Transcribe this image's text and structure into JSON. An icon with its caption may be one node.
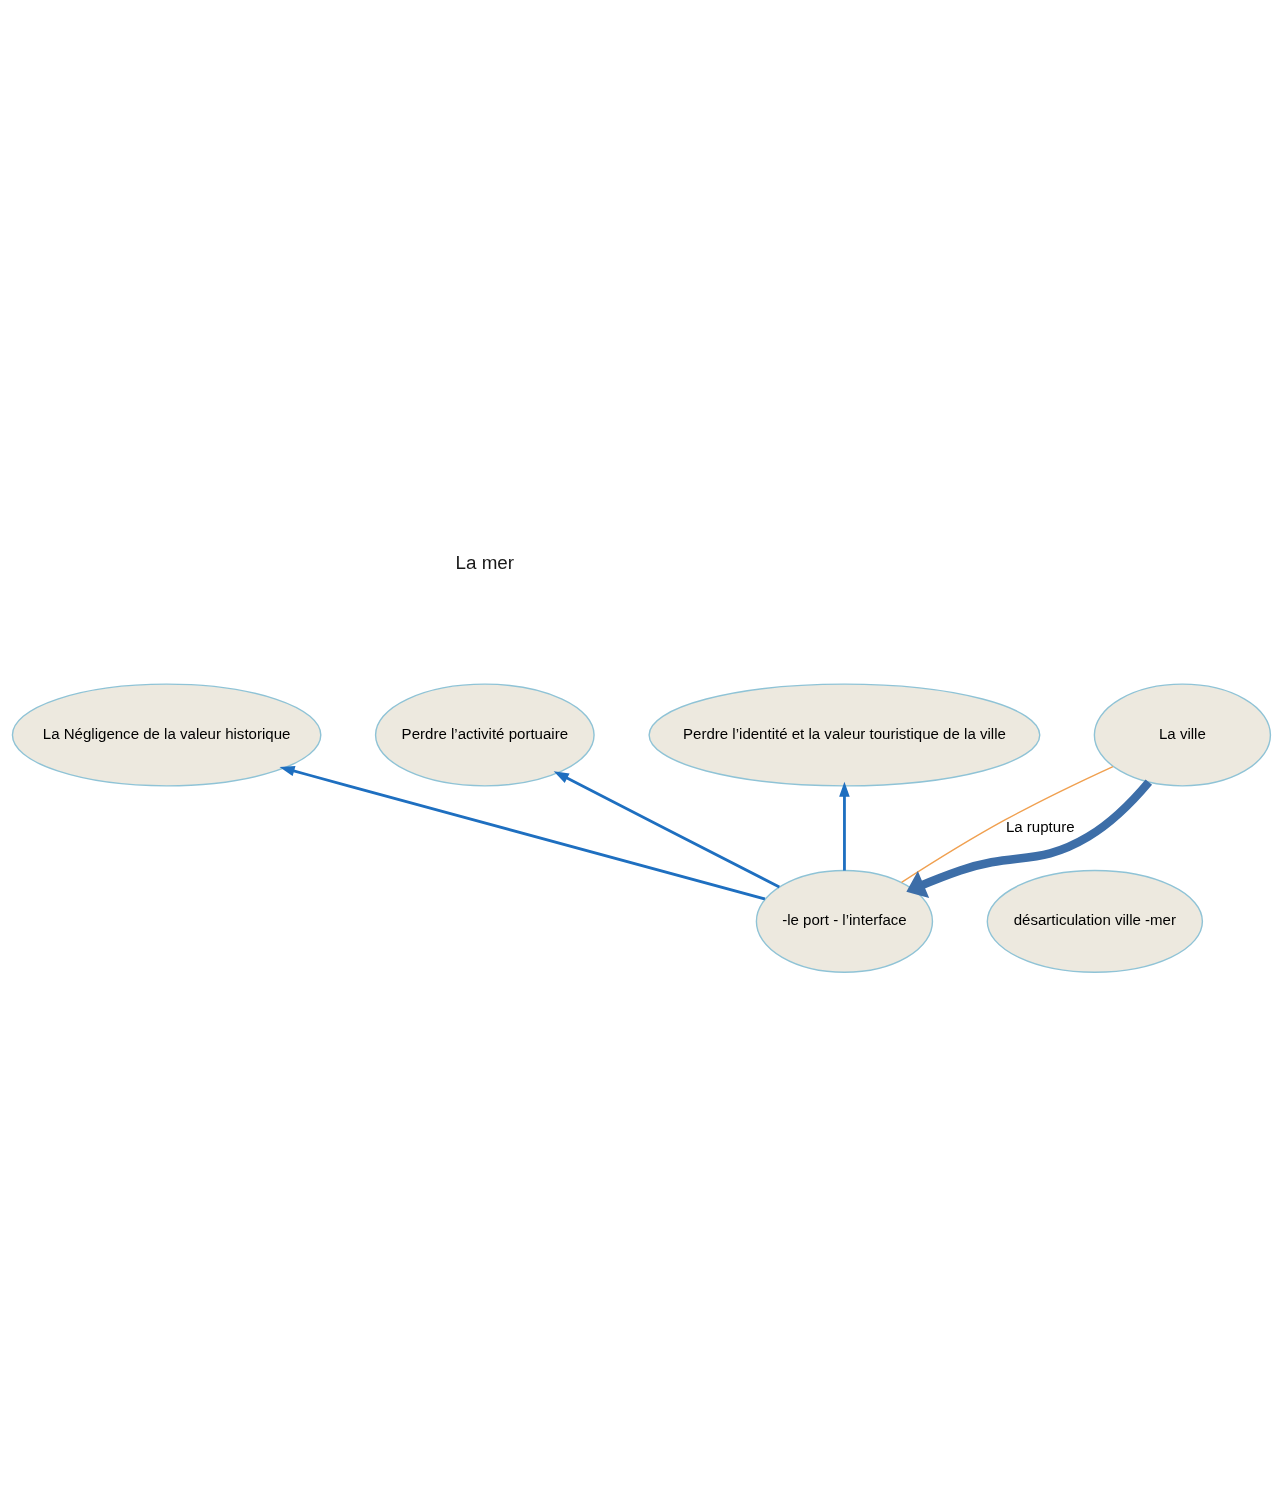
{
  "diagram": {
    "nodes": [
      {
        "text": [
          "La Négligence de la valeur historique"
        ]
      },
      {
        "text": [
          "Perdre l’activité portuaire"
        ]
      },
      {
        "text": [
          "-le port - l’interface"
        ]
      },
      {
        "text": [
          "désarticulation ville -mer"
        ]
      },
      {
        "text": [
          "Perdre l’identité et la valeur touristique de la ville"
        ]
      },
      {
        "text": [
          "La ville"
        ]
      }
    ],
    "edges": [
      {
        "from": 2,
        "to": 0,
        "arrow": "to"
      },
      {
        "from": 2,
        "to": 1,
        "arrow": "to"
      },
      {
        "from": 2,
        "to": 4,
        "arrow": "to"
      },
      {
        "from": 5,
        "to": 2,
        "arrow": "to",
        "style": "thick",
        "color": "#3d6ea8"
      },
      {
        "from": 2,
        "to": 5,
        "arrow": "none",
        "label": "La rupture",
        "color": "#f0a050"
      }
    ],
    "labels": [
      "La mer"
    ]
  }
}
